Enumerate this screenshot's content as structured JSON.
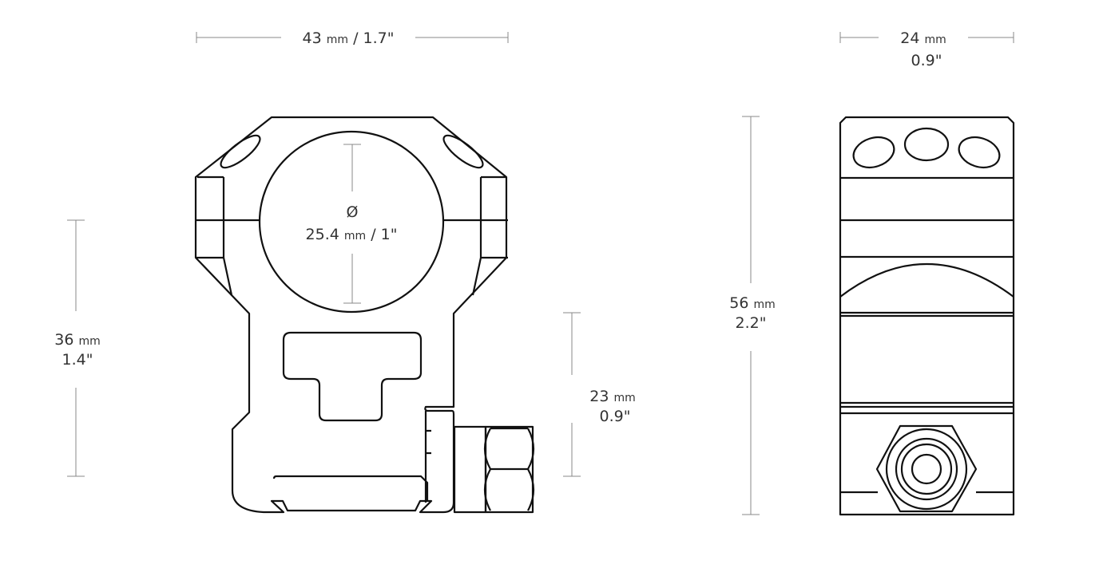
{
  "front_view": {
    "width_label": {
      "value": "43",
      "unit": "mm",
      "imperial": "/ 1.7\""
    },
    "tube_label": {
      "symbol": "Ø",
      "value": "25.4",
      "unit": "mm",
      "imperial": "/ 1\""
    },
    "height_label": {
      "value": "36",
      "unit": "mm",
      "imperial": "1.4\""
    },
    "center_height_label": {
      "value": "23",
      "unit": "mm",
      "imperial": "0.9\""
    }
  },
  "side_view": {
    "width_label": {
      "value": "24",
      "unit": "mm",
      "imperial": "0.9\""
    },
    "height_label": {
      "value": "56",
      "unit": "mm",
      "imperial": "2.2\""
    }
  },
  "colors": {
    "line": "#111111",
    "dimension": "#888888",
    "text": "#333333"
  }
}
